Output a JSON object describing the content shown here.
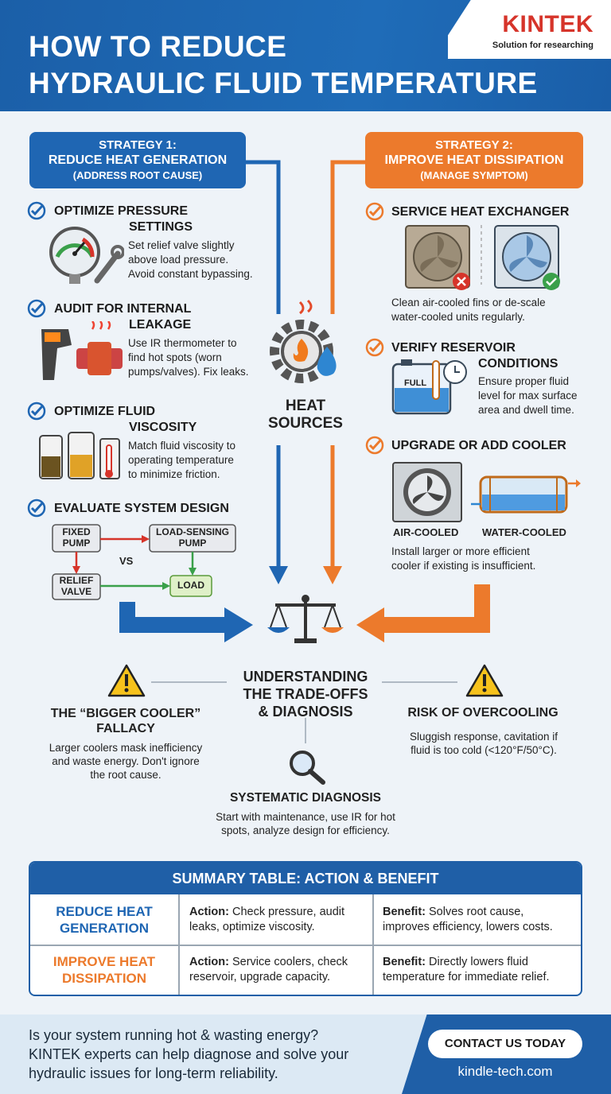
{
  "header": {
    "title_line1": "HOW TO REDUCE",
    "title_line2": "HYDRAULIC FLUID TEMPERATURE",
    "logo": "KINTEK",
    "tagline": "Solution for researching"
  },
  "strategy1": {
    "line1": "STRATEGY 1:",
    "line2": "REDUCE HEAT GENERATION",
    "line3": "(ADDRESS ROOT CAUSE)",
    "items": [
      {
        "title_a": "OPTIMIZE PRESSURE",
        "title_b": "SETTINGS",
        "desc": [
          "Set relief valve slightly",
          "above load pressure.",
          "Avoid constant bypassing."
        ]
      },
      {
        "title_a": "AUDIT FOR INTERNAL",
        "title_b": "LEAKAGE",
        "desc": [
          "Use IR thermometer to",
          "find hot spots (worn",
          "pumps/valves). Fix leaks."
        ]
      },
      {
        "title_a": "OPTIMIZE FLUID",
        "title_b": "VISCOSITY",
        "desc": [
          "Match fluid viscosity to",
          "operating temperature",
          "to minimize friction."
        ]
      },
      {
        "title_a": "EVALUATE SYSTEM DESIGN"
      }
    ],
    "design": {
      "fixed_pump": [
        "FIXED",
        "PUMP"
      ],
      "load_sensing": [
        "LOAD-SENSING",
        "PUMP"
      ],
      "vs": "VS",
      "relief": [
        "RELIEF",
        "VALVE"
      ],
      "load": "LOAD"
    }
  },
  "strategy2": {
    "line1": "STRATEGY 2:",
    "line2": "IMPROVE HEAT DISSIPATION",
    "line3": "(MANAGE SYMPTOM)",
    "items": [
      {
        "title_a": "SERVICE HEAT EXCHANGER",
        "desc": [
          "Clean air-cooled fins or de-scale",
          "water-cooled units regularly."
        ]
      },
      {
        "title_a": "VERIFY RESERVOIR",
        "title_b": "CONDITIONS",
        "desc": [
          "Ensure proper fluid",
          "level for max surface",
          "area and dwell time."
        ],
        "tank_label": "FULL"
      },
      {
        "title_a": "UPGRADE OR ADD COOLER",
        "label_air": "AIR-COOLED",
        "label_water": "WATER-COOLED",
        "desc": [
          "Install larger or more efficient",
          "cooler if existing is insufficient."
        ]
      }
    ]
  },
  "center": {
    "heat_sources": [
      "HEAT",
      "SOURCES"
    ],
    "tradeoffs": [
      "UNDERSTANDING",
      "THE TRADE-OFFS",
      "& DIAGNOSIS"
    ]
  },
  "tradeoffs": {
    "fallacy": {
      "title": [
        "THE “BIGGER COOLER”",
        "FALLACY"
      ],
      "desc": [
        "Larger coolers mask inefficiency",
        "and waste energy. Don't ignore",
        "the root cause."
      ]
    },
    "overcooling": {
      "title": "RISK OF OVERCOOLING",
      "desc": [
        "Sluggish response, cavitation if",
        "fluid is too cold (<120°F/50°C)."
      ]
    },
    "diagnosis": {
      "title": "SYSTEMATIC DIAGNOSIS",
      "desc": [
        "Start with maintenance, use IR for hot",
        "spots, analyze design for efficiency."
      ]
    }
  },
  "summary": {
    "heading": "SUMMARY TABLE: ACTION & BENEFIT",
    "action_label": "Action:",
    "benefit_label": "Benefit:",
    "rows": [
      {
        "label": [
          "REDUCE HEAT",
          "GENERATION"
        ],
        "action": [
          "Check pressure, audit",
          "leaks, optimize viscosity."
        ],
        "benefit": [
          "Solves root cause,",
          "improves efficiency, lowers costs."
        ]
      },
      {
        "label": [
          "IMPROVE HEAT",
          "DISSIPATION"
        ],
        "action": [
          "Service coolers, check",
          "reservoir, upgrade capacity."
        ],
        "benefit": [
          "Directly lowers fluid",
          "temperature for immediate relief."
        ]
      }
    ]
  },
  "footer": {
    "lines": [
      "Is your system running hot & wasting energy?",
      "KINTEK experts can help diagnose and solve your",
      "hydraulic issues for long-term reliability."
    ],
    "button": "CONTACT US TODAY",
    "site": "kindle-tech.com"
  },
  "colors": {
    "blue": "#1f66b3",
    "orange": "#ec7a2c",
    "red": "#d6342a",
    "green": "#3aa04a"
  }
}
